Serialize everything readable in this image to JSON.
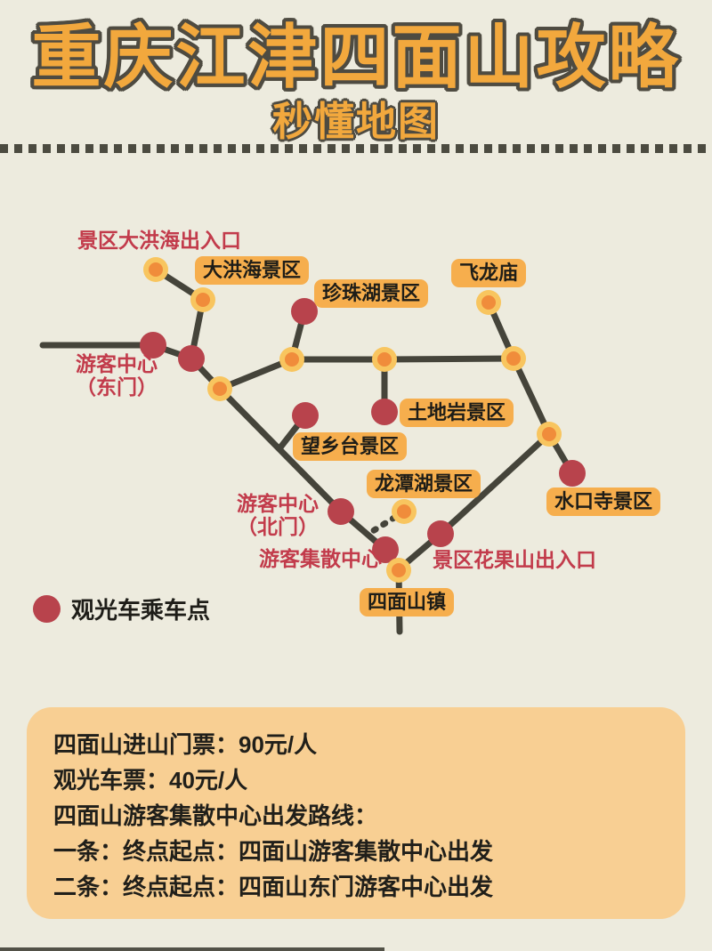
{
  "header": {
    "title": "重庆江津四面山攻略",
    "subtitle": "秒懂地图"
  },
  "map": {
    "badges": [
      {
        "id": "dahonghai-scenic",
        "label": "大洪海景区"
      },
      {
        "id": "zhenzhuhu-scenic",
        "label": "珍珠湖景区"
      },
      {
        "id": "feilongmiao",
        "label": "飞龙庙"
      },
      {
        "id": "tudiyan-scenic",
        "label": "土地岩景区"
      },
      {
        "id": "wangxiangtai-scenic",
        "label": "望乡台景区"
      },
      {
        "id": "longtanhu-scenic",
        "label": "龙潭湖景区"
      },
      {
        "id": "shuikousi-scenic",
        "label": "水口寺景区"
      },
      {
        "id": "simianshan-town",
        "label": "四面山镇"
      }
    ],
    "entrance_labels": [
      {
        "id": "dahonghai-entrance",
        "lines": [
          "景区大洪海出入口"
        ]
      },
      {
        "id": "visitor-center-east-gate",
        "lines": [
          "游客中心",
          "（东门）"
        ]
      },
      {
        "id": "visitor-center-north-gate",
        "lines": [
          "游客中心",
          "（北门）"
        ]
      },
      {
        "id": "visitor-distribution-center",
        "lines": [
          "游客集散中心"
        ]
      },
      {
        "id": "huaguoshan-entrance",
        "lines": [
          "景区花果山出入口"
        ]
      }
    ],
    "legend": {
      "label": "观光车乘车点"
    }
  },
  "info_box": {
    "lines": [
      "四面山进山门票：90元/人",
      "观光车票：40元/人",
      "四面山游客集散中心出发路线：",
      "一条：终点起点：四面山游客集散中心出发",
      "二条：终点起点：四面山东门游客中心出发"
    ]
  },
  "colors": {
    "background": "#EDEBDE",
    "title_orange": "#F2A83D",
    "outline_dark": "#4E4B41",
    "badge_orange": "#F6AE4D",
    "label_red": "#C23B4B",
    "bus_stop_red": "#B8434C",
    "node_outer_orange": "#F8C55F",
    "node_inner_orange": "#F08C3B",
    "road_dark": "#45443A",
    "infobox_bg": "#F8CF93"
  }
}
